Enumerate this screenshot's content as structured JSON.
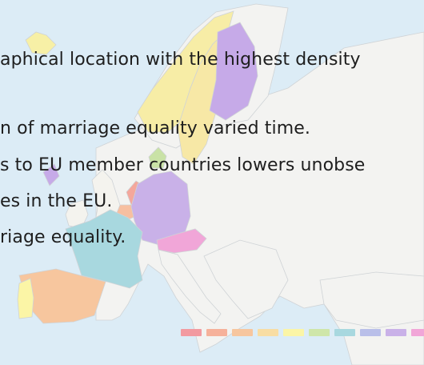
{
  "slide": {
    "text_lines": [
      "aphical location with the highest density",
      "n of marriage equality varied time.",
      "s to EU member countries lowers unobse",
      "es in the EU.",
      "riage equality."
    ]
  },
  "map": {
    "colors": {
      "sea": "#dcecf6",
      "land": "#f3f3f1",
      "border": "#cfd3d6",
      "spain": "#f7c69e",
      "portugal": "#fbf5a6",
      "france": "#a8d8df",
      "uk": "#f4f3ee",
      "ireland": "#f4f3ee",
      "germany": "#c9b1e8",
      "austria": "#f1a6d8",
      "netherlands": "#f4a79c",
      "belgium": "#f7bfa0",
      "denmark": "#c9e2a6",
      "norway": "#f7eda6",
      "sweden": "#f7e8a6",
      "finland": "#c6aae8",
      "iceland": "#f7f0a6",
      "faroe": "#c6aae8"
    }
  },
  "legend": {
    "colors": [
      "#f29aa0",
      "#f6b19a",
      "#f7c69e",
      "#f8dda3",
      "#fbf5a6",
      "#cfe6a9",
      "#a8d8df",
      "#b9bfe9",
      "#c9b1e8",
      "#f1a6d8"
    ]
  }
}
